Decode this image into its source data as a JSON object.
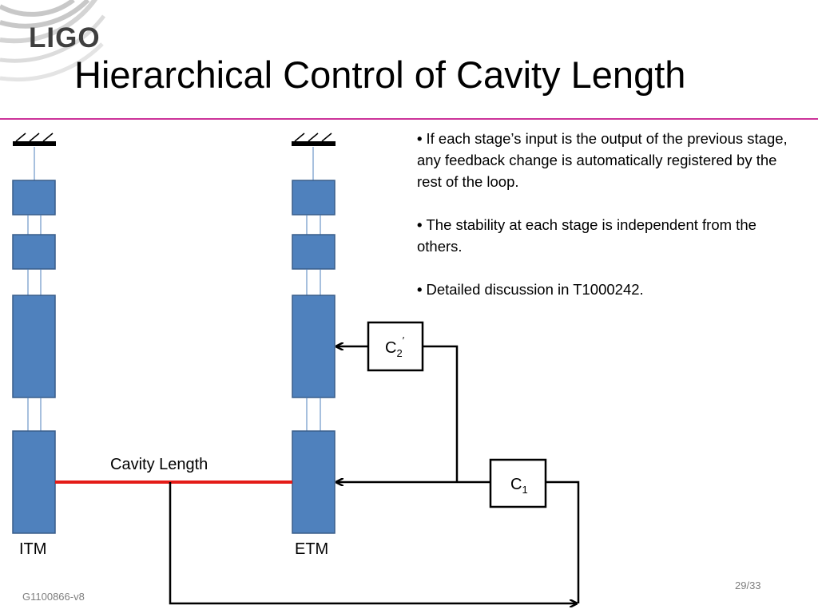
{
  "slide": {
    "logo_text": "LIGO",
    "title": "Hierarchical Control of Cavity Length",
    "bullets": [
      "If each stage’s input is the output of the previous stage, any feedback change is automatically registered by the rest of the loop.",
      "The stability at each stage is independent from the others.",
      "Detailed discussion in T1000242."
    ],
    "footer_id": "G1100866-v8",
    "page_number": "29/33"
  },
  "diagram": {
    "itm_label": "ITM",
    "etm_label": "ETM",
    "cavity_label": "Cavity Length",
    "controller_c2": {
      "base": "C",
      "sub": "2",
      "sup": "′"
    },
    "controller_c1": {
      "base": "C",
      "sub": "1"
    }
  },
  "colors": {
    "stage_fill": "#4f81bd",
    "stage_stroke": "#385d8a",
    "cavity_line": "#e41b17",
    "title_rule": "#cc3399",
    "logo": "#3f3f3f",
    "logo_arcs": "#c8c8c8"
  }
}
